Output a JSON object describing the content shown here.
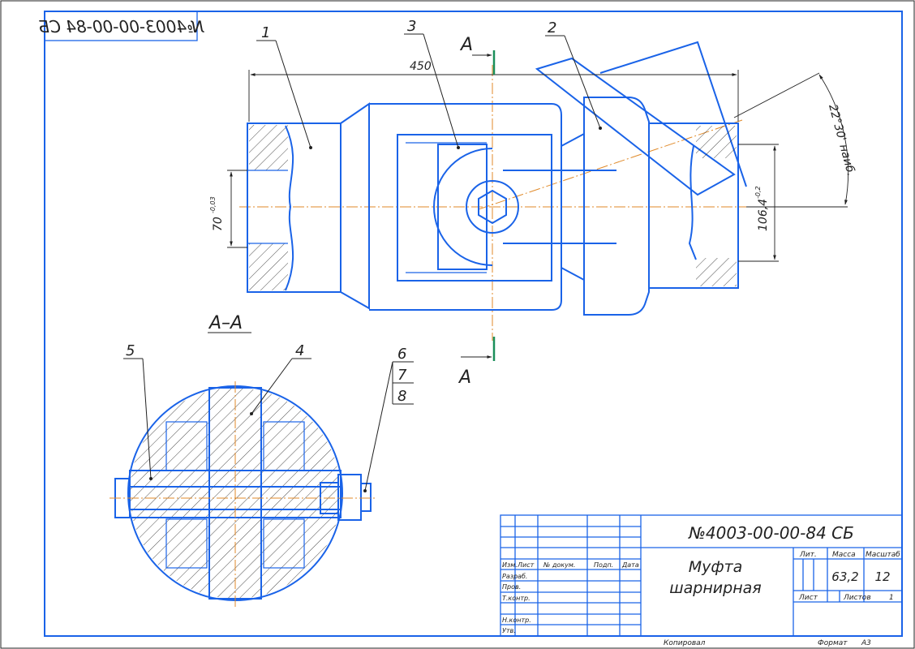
{
  "drawing": {
    "designation": "№4003-00-00-84 СБ",
    "designation_mirrored": "№4003-00-00-84 СБ",
    "title_line1": "Муфта",
    "title_line2": "шарнирная",
    "colors": {
      "outline": "#1a63e8",
      "axis": "#e08a2a",
      "dimension": "#202020",
      "section_mark": "#1b8f5a"
    }
  },
  "dimensions": {
    "overall_length": "450",
    "bore": "70",
    "bore_tol": "-0,03",
    "diameter": "106,4",
    "diameter_tol": "-0,2",
    "angle": "22°30' наиб."
  },
  "section": {
    "label": "А–А",
    "mark_top": "А",
    "mark_bottom": "А"
  },
  "callouts": [
    "1",
    "2",
    "3",
    "4",
    "5",
    "6",
    "7",
    "8"
  ],
  "title_block": {
    "headers": [
      "Изм.",
      "Лист",
      "№ докум.",
      "Подп.",
      "Дата"
    ],
    "rows": [
      "Разраб.",
      "Пров.",
      "Т.контр.",
      "Н.контр.",
      "Утв."
    ],
    "lit_label": "Лит.",
    "mass_label": "Масса",
    "scale_label": "Масштаб",
    "mass_value": "63,2",
    "scale_value": "12",
    "sheet_label": "Лист",
    "sheets_label": "Листов",
    "sheets_value": "1"
  },
  "footer": {
    "copied": "Копировал",
    "format_label": "Формат",
    "format_value": "А3"
  }
}
